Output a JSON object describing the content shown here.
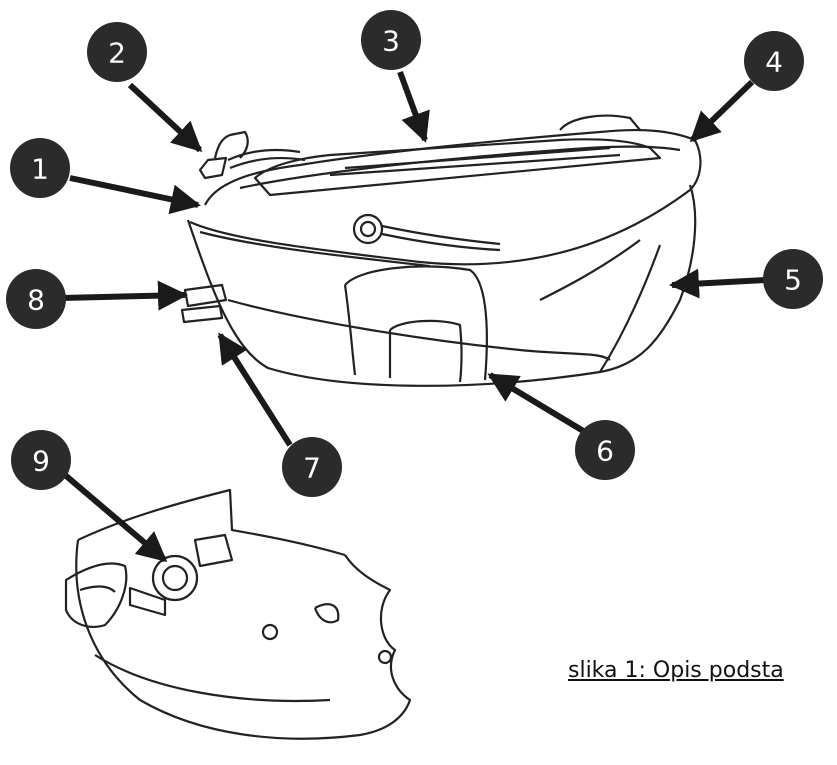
{
  "caption": "slika 1: Opis podsta",
  "callouts": [
    {
      "label": "1"
    },
    {
      "label": "2"
    },
    {
      "label": "3"
    },
    {
      "label": "4"
    },
    {
      "label": "5"
    },
    {
      "label": "6"
    },
    {
      "label": "7"
    },
    {
      "label": "8"
    },
    {
      "label": "9"
    }
  ],
  "colors": {
    "badge": "#2b2b2b",
    "arrow": "#1a1a1a",
    "line": "#222222"
  }
}
